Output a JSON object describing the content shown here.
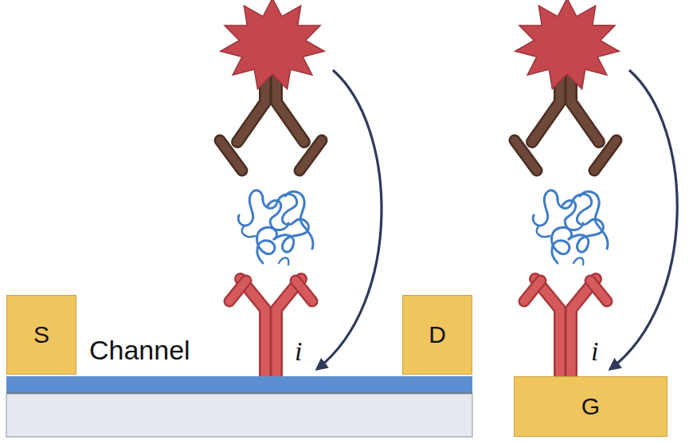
{
  "diagram": {
    "nodes": [
      {
        "text": [
          "S"
        ]
      },
      {
        "text": [
          "Channel"
        ]
      },
      {
        "text": [
          "D"
        ]
      },
      {
        "text": [
          "G"
        ]
      }
    ],
    "labels": [
      "i",
      "i"
    ]
  }
}
